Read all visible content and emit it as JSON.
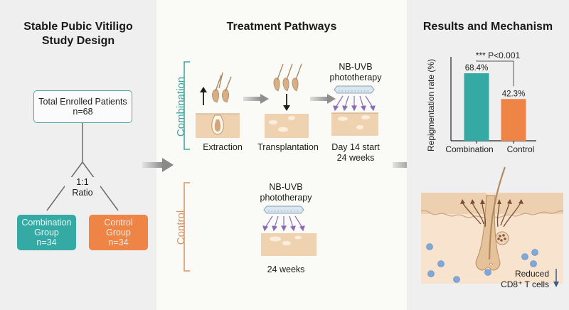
{
  "left_panel": {
    "title_line1": "Stable Pubic Vitiligo",
    "title_line2": "Study Design",
    "enrolled_label": "Total Enrolled Patients",
    "enrolled_n": "n=68",
    "ratio_line1": "1:1",
    "ratio_line2": "Ratio",
    "groups": [
      {
        "name_line1": "Combination",
        "name_line2": "Group",
        "n": "n=34",
        "color": "#35a9a3"
      },
      {
        "name_line1": "Control",
        "name_line2": "Group",
        "n": "n=34",
        "color": "#ee8446"
      }
    ]
  },
  "middle_panel": {
    "title": "Treatment Pathways",
    "combination_label": "Combination",
    "control_label": "Control",
    "combination_steps": [
      {
        "label_line1": "Extraction",
        "label_line2": ""
      },
      {
        "label_line1": "Transplantation",
        "label_line2": ""
      },
      {
        "label_line1": "Day 14 start",
        "label_line2": "24 weeks",
        "device_line1": "NB-UVB",
        "device_line2": "phototherapy"
      }
    ],
    "control_step": {
      "device_line1": "NB-UVB",
      "device_line2": "phototherapy",
      "label": "24 weeks"
    },
    "combination_color": "#3aa6a1",
    "control_color": "#d99462"
  },
  "right_panel": {
    "title": "Results and Mechanism",
    "significance": "*** P<0.001",
    "mechanism_label_line1": "Reduced",
    "mechanism_label_line2": "CD8⁺ T cells",
    "chart_data": {
      "type": "bar",
      "categories": [
        "Combination",
        "Control"
      ],
      "values": [
        68.4,
        42.3
      ],
      "value_labels": [
        "68.4%",
        "42.3%"
      ],
      "colors": [
        "#35a9a3",
        "#ee8446"
      ],
      "title": "",
      "xlabel": "",
      "ylabel": "Repigmentation rate (%)",
      "ylim": [
        0,
        85
      ],
      "grid": false,
      "annotation": "*** P<0.001"
    }
  }
}
